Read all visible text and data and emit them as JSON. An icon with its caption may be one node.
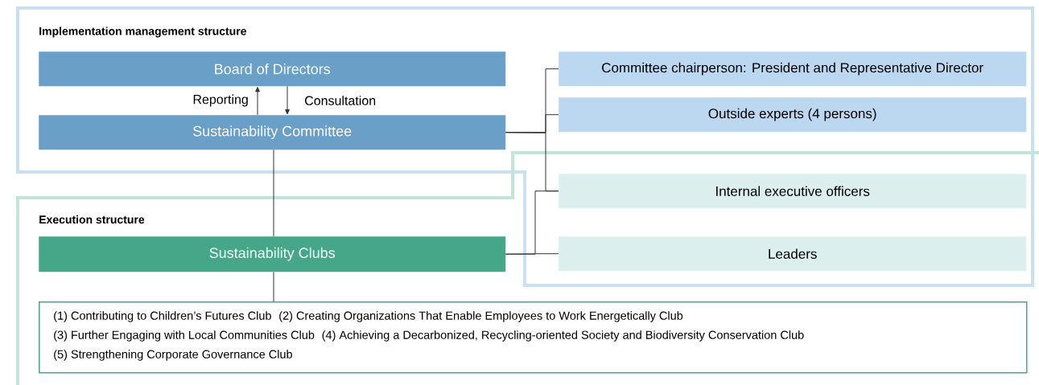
{
  "diagram": {
    "nodes": [
      {
        "text": [
          "Implementation management structure"
        ]
      },
      {
        "text": [
          "Board of Directors"
        ],
        "in": 0
      },
      {
        "text": [
          "Sustainability Committee"
        ],
        "in": 0
      },
      {
        "text": [
          "Committee chairperson: President and Representative Director"
        ],
        "in": 0
      },
      {
        "text": [
          "Outside experts (4 persons)"
        ],
        "in": 0
      },
      {
        "text": [
          "Internal executive officers"
        ]
      },
      {
        "text": [
          "Leaders"
        ]
      },
      {
        "text": [
          "Execution structure"
        ]
      },
      {
        "text": [
          "Sustainability Clubs"
        ],
        "in": 7
      },
      {
        "text": [
          "(1) Contributing to Children’s Futures Club",
          "(2) Creating Organizations That Enable Employees to Work Energetically Club",
          "(3) Further Engaging with Local Communities Club",
          "(4) Achieving a Decarbonized, Recycling-oriented Society and Biodiversity Conservation Club",
          "(5) Strengthening Corporate Governance Club"
        ],
        "in": 7
      }
    ],
    "edges": [
      {
        "from": 2,
        "to": 1,
        "arrow": "to",
        "label": "Reporting"
      },
      {
        "from": 1,
        "to": 2,
        "arrow": "to",
        "label": "Consultation"
      },
      {
        "from": 2,
        "to": 3,
        "arrow": "none"
      },
      {
        "from": 2,
        "to": 4,
        "arrow": "none"
      },
      {
        "from": 2,
        "to": 5,
        "arrow": "none"
      },
      {
        "from": 8,
        "to": 5,
        "arrow": "none"
      },
      {
        "from": 8,
        "to": 6,
        "arrow": "none"
      },
      {
        "from": 2,
        "to": 8,
        "arrow": "none"
      },
      {
        "from": 8,
        "to": 9,
        "arrow": "none"
      }
    ]
  }
}
